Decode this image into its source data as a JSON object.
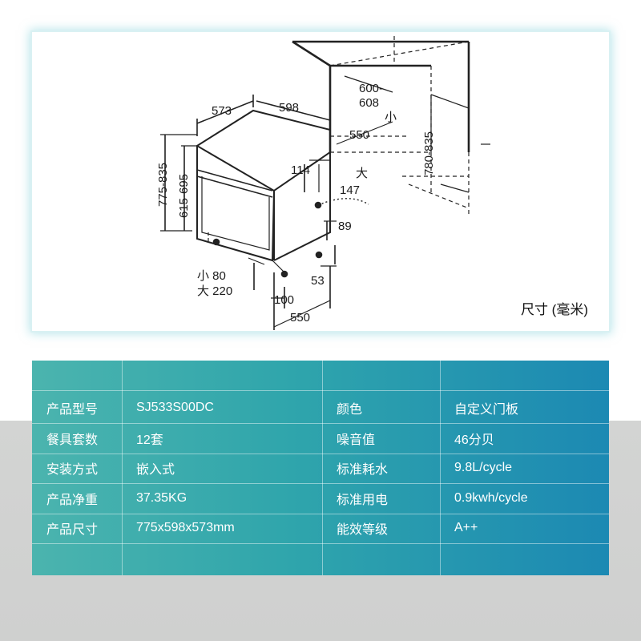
{
  "diagram": {
    "labels": {
      "d573": "573",
      "d598": "598",
      "d600_608_top": "600-",
      "d600_608_bottom": "608",
      "small_550": "小",
      "d550_top": "550",
      "d780_835": "780-835",
      "d775_835": "775-835",
      "d615_695": "615-695",
      "d114": "114",
      "big_147": "大",
      "d147": "147",
      "d89": "89",
      "small_80": "小 80",
      "big_220": "大 220",
      "d53": "53",
      "d100": "100",
      "d550_bottom": "550"
    },
    "unit_caption": "尺寸 (毫米)"
  },
  "specs": {
    "rows": [
      {
        "k1": "",
        "v1": "",
        "k2": "",
        "v2": ""
      },
      {
        "k1": "产品型号",
        "v1": "SJ533S00DC",
        "k2": "颜色",
        "v2": "自定义门板"
      },
      {
        "k1": "餐具套数",
        "v1": "12套",
        "k2": "噪音值",
        "v2": "46分贝"
      },
      {
        "k1": "安装方式",
        "v1": "嵌入式",
        "k2": "标准耗水",
        "v2": "9.8L/cycle"
      },
      {
        "k1": "产品净重",
        "v1": "37.35KG",
        "k2": "标准用电",
        "v2": "0.9kwh/cycle"
      },
      {
        "k1": "产品尺寸",
        "v1": "775x598x573mm",
        "k2": "能效等级",
        "v2": "A++"
      },
      {
        "k1": "",
        "v1": "",
        "k2": "",
        "v2": ""
      }
    ]
  },
  "colors": {
    "table_gradient_start": "#4bb4ae",
    "table_gradient_end": "#1c89b3",
    "card_glow": "#78cdd7"
  }
}
